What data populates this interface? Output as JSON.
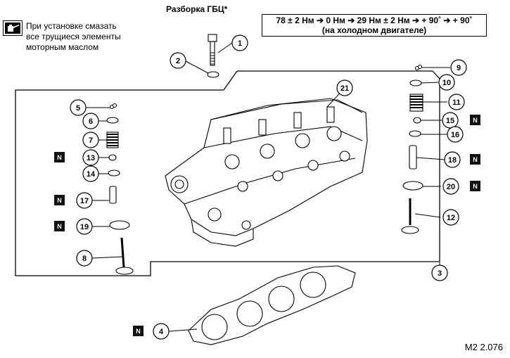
{
  "note": {
    "icon": "oil-can-icon",
    "lines": [
      "При установке смазать",
      "все трущиеся элементы",
      "моторным маслом"
    ]
  },
  "title": "Разборка ГБЦ*",
  "torque": {
    "line1": "78 ± 2 Нм ➔ 0 Нм ➔ 29 Нм ± 2 Нм ➔ + 90˚ ➔ + 90˚",
    "line2": "(на холодном двигателе)"
  },
  "callouts": [
    "1",
    "2",
    "3",
    "4",
    "5",
    "6",
    "7",
    "8",
    "9",
    "10",
    "11",
    "12",
    "13",
    "14",
    "15",
    "16",
    "17",
    "18",
    "19",
    "20",
    "21"
  ],
  "new_part_badge": "N",
  "figure_code": "M2 2.076"
}
